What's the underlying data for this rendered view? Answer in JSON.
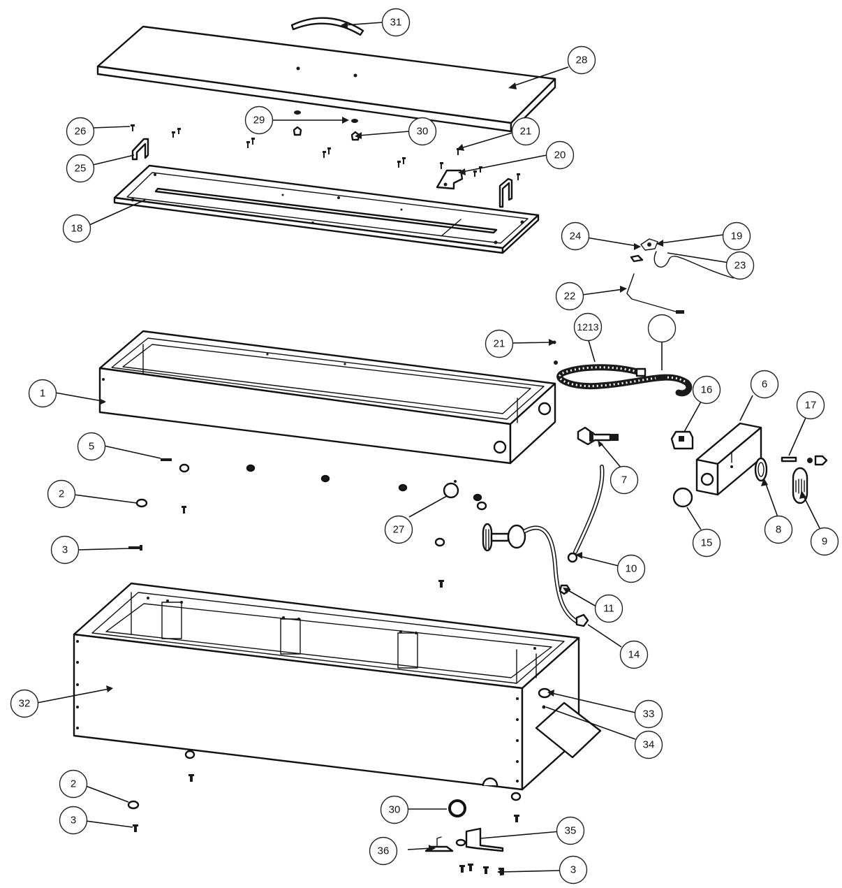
{
  "callouts": [
    {
      "id": "c31",
      "label": "31"
    },
    {
      "id": "c28",
      "label": "28"
    },
    {
      "id": "c29",
      "label": "29"
    },
    {
      "id": "c30a",
      "label": "30"
    },
    {
      "id": "c26",
      "label": "26"
    },
    {
      "id": "c25",
      "label": "25"
    },
    {
      "id": "c21a",
      "label": "21"
    },
    {
      "id": "c20",
      "label": "20"
    },
    {
      "id": "c18",
      "label": "18"
    },
    {
      "id": "c24",
      "label": "24"
    },
    {
      "id": "c19",
      "label": "19"
    },
    {
      "id": "c23",
      "label": "23"
    },
    {
      "id": "c22",
      "label": "22"
    },
    {
      "id": "c21b",
      "label": "21"
    },
    {
      "id": "c1213",
      "label": "1213"
    },
    {
      "id": "cblank",
      "label": ""
    },
    {
      "id": "c1",
      "label": "1"
    },
    {
      "id": "c16",
      "label": "16"
    },
    {
      "id": "c6",
      "label": "6"
    },
    {
      "id": "c17",
      "label": "17"
    },
    {
      "id": "c5",
      "label": "5"
    },
    {
      "id": "c7",
      "label": "7"
    },
    {
      "id": "c2a",
      "label": "2"
    },
    {
      "id": "c27",
      "label": "27"
    },
    {
      "id": "c8",
      "label": "8"
    },
    {
      "id": "c9",
      "label": "9"
    },
    {
      "id": "c15",
      "label": "15"
    },
    {
      "id": "c3a",
      "label": "3"
    },
    {
      "id": "c10",
      "label": "10"
    },
    {
      "id": "c11",
      "label": "11"
    },
    {
      "id": "c14",
      "label": "14"
    },
    {
      "id": "c32",
      "label": "32"
    },
    {
      "id": "c33",
      "label": "33"
    },
    {
      "id": "c34",
      "label": "34"
    },
    {
      "id": "c2b",
      "label": "2"
    },
    {
      "id": "c30b",
      "label": "30"
    },
    {
      "id": "c3b",
      "label": "3"
    },
    {
      "id": "c35",
      "label": "35"
    },
    {
      "id": "c36",
      "label": "36"
    },
    {
      "id": "c3c",
      "label": "3"
    }
  ]
}
